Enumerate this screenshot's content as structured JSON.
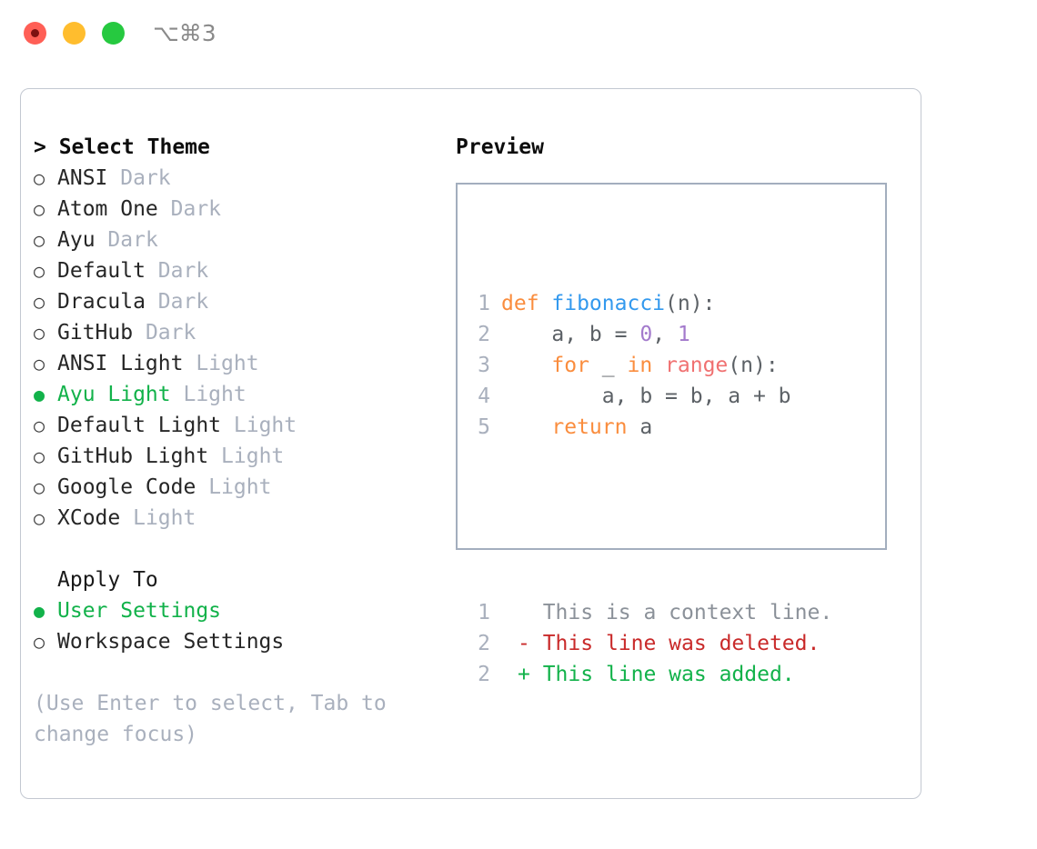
{
  "titlebar": {
    "shortcut": "⌥⌘3",
    "lights": [
      "close-red",
      "minimize-yellow",
      "zoom-green"
    ]
  },
  "theme_picker": {
    "heading": "> Select Theme",
    "marker_unselected": "○",
    "marker_selected": "●",
    "items": [
      {
        "name": "ANSI",
        "badge": "Dark",
        "selected": false
      },
      {
        "name": "Atom One",
        "badge": "Dark",
        "selected": false
      },
      {
        "name": "Ayu",
        "badge": "Dark",
        "selected": false
      },
      {
        "name": "Default",
        "badge": "Dark",
        "selected": false
      },
      {
        "name": "Dracula",
        "badge": "Dark",
        "selected": false
      },
      {
        "name": "GitHub",
        "badge": "Dark",
        "selected": false
      },
      {
        "name": "ANSI Light",
        "badge": "Light",
        "selected": false
      },
      {
        "name": "Ayu Light",
        "badge": "Light",
        "selected": true
      },
      {
        "name": "Default Light",
        "badge": "Light",
        "selected": false
      },
      {
        "name": "GitHub Light",
        "badge": "Light",
        "selected": false
      },
      {
        "name": "Google Code",
        "badge": "Light",
        "selected": false
      },
      {
        "name": "XCode",
        "badge": "Light",
        "selected": false
      }
    ]
  },
  "apply_to": {
    "heading": "Apply To",
    "items": [
      {
        "name": "User Settings",
        "selected": true
      },
      {
        "name": "Workspace Settings",
        "selected": false
      }
    ]
  },
  "hint": "(Use Enter to select, Tab to change focus)",
  "preview": {
    "title": "Preview",
    "code_lines": [
      {
        "number": "1",
        "tokens": [
          {
            "text": "def ",
            "type": "kw"
          },
          {
            "text": "fibonacci",
            "type": "fn"
          },
          {
            "text": "(n):",
            "type": "punc"
          }
        ]
      },
      {
        "number": "2",
        "tokens": [
          {
            "text": "    a, b = ",
            "type": "txt"
          },
          {
            "text": "0",
            "type": "num"
          },
          {
            "text": ", ",
            "type": "txt"
          },
          {
            "text": "1",
            "type": "num"
          }
        ]
      },
      {
        "number": "3",
        "tokens": [
          {
            "text": "    ",
            "type": "txt"
          },
          {
            "text": "for",
            "type": "kw"
          },
          {
            "text": " _ ",
            "type": "txt"
          },
          {
            "text": "in",
            "type": "kw"
          },
          {
            "text": " ",
            "type": "txt"
          },
          {
            "text": "range",
            "type": "bi"
          },
          {
            "text": "(n):",
            "type": "punc"
          }
        ]
      },
      {
        "number": "4",
        "tokens": [
          {
            "text": "        a, b = b, a + b",
            "type": "txt"
          }
        ]
      },
      {
        "number": "5",
        "tokens": [
          {
            "text": "    ",
            "type": "txt"
          },
          {
            "text": "return",
            "type": "kw"
          },
          {
            "text": " a",
            "type": "txt"
          }
        ]
      }
    ],
    "diff_lines": [
      {
        "number": "1",
        "marker": " ",
        "text": " This is a context line.",
        "kind": "ctx"
      },
      {
        "number": "2",
        "marker": "-",
        "text": " This line was deleted.",
        "kind": "del"
      },
      {
        "number": "2",
        "marker": "+",
        "text": " This line was added.",
        "kind": "add"
      }
    ]
  },
  "colors": {
    "accent_green": "#12b24a",
    "keyword_orange": "#fa8d3e",
    "function_blue": "#3399ee",
    "builtin_red": "#f07171",
    "number_purple": "#a37acc",
    "text_gray": "#5c6166",
    "muted": "#a9b0bd",
    "diff_deleted": "#c92a2a",
    "diff_added": "#12b24a",
    "panel_border": "#a3aebe",
    "card_border": "#c3c8d1"
  }
}
